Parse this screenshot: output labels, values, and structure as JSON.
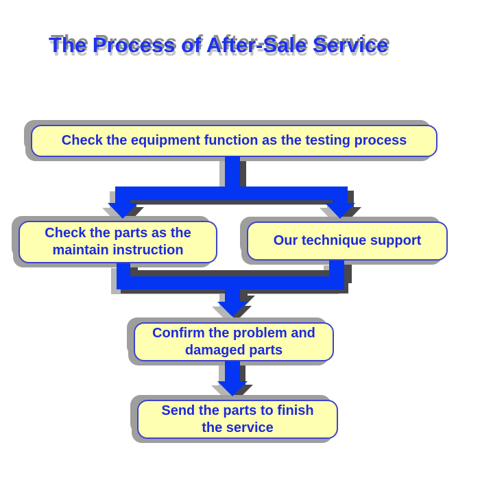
{
  "title": "The Process of After-Sale Service",
  "flowchart": {
    "boxes": [
      {
        "id": "check-equipment",
        "label": "Check the equipment function as the testing process"
      },
      {
        "id": "check-parts",
        "label": "Check the parts as the maintain instruction"
      },
      {
        "id": "technique-support",
        "label": "Our technique support"
      },
      {
        "id": "confirm-problem",
        "label": "Confirm the problem and damaged parts"
      },
      {
        "id": "send-parts",
        "label": "Send the parts to finish the service"
      }
    ],
    "connections": [
      {
        "from": "check-equipment",
        "to": "check-parts"
      },
      {
        "from": "check-equipment",
        "to": "technique-support"
      },
      {
        "from": "check-parts",
        "to": "confirm-problem"
      },
      {
        "from": "technique-support",
        "to": "confirm-problem"
      },
      {
        "from": "confirm-problem",
        "to": "send-parts"
      }
    ]
  },
  "colors": {
    "background": "#ffffff",
    "title_text": "#1e32ee",
    "title_shadow_dark": "#8c8c8c",
    "title_shadow_light": "#c4c4c4",
    "box_fill": "#ffffb2",
    "box_border": "#3d43cd",
    "box_text": "#1c2ada",
    "box_shadow": "#9e9e9e",
    "arrow_fill": "#0435f2",
    "arrow_shadow_dark": "#47474c",
    "arrow_shadow_light": "#b6b6b6"
  }
}
